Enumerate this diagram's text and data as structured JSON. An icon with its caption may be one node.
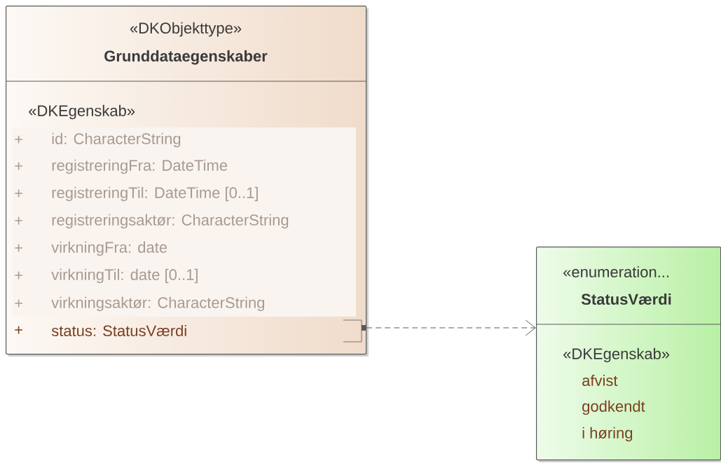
{
  "diagram": {
    "nodes": [
      {
        "text": [
          "«DKObjekttype»",
          "Grunddataegenskaber",
          "«DKEgenskab»",
          "+",
          "id: CharacterString",
          "+",
          "registreringFra: DateTime",
          "+",
          "registreringTil: DateTime [0..1]",
          "+",
          "registreringsaktør: CharacterString",
          "+",
          "virkningFra: date",
          "+",
          "virkningTil: date [0..1]",
          "+",
          "virkningsaktør: CharacterString",
          "+",
          "status: StatusVærdi"
        ]
      },
      {
        "text": [
          "«enumeration...",
          "StatusVærdi",
          "«DKEgenskab»",
          "afvist",
          "godkendt",
          "i høring"
        ]
      }
    ],
    "edges": [
      {
        "from": 0,
        "to": 1,
        "arrow": "to",
        "style": "dashed"
      }
    ]
  }
}
